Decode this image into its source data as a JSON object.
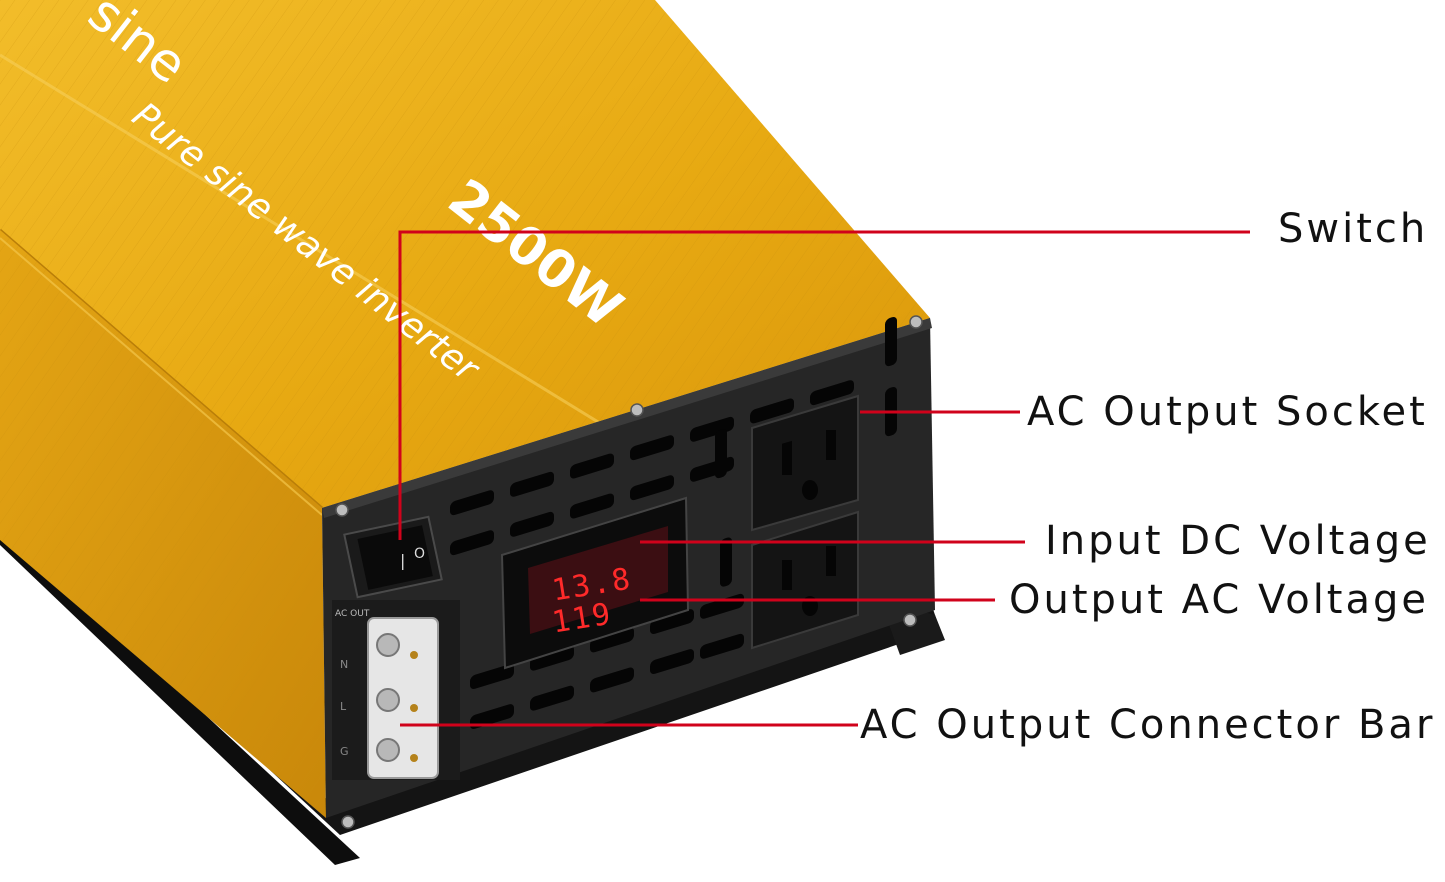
{
  "product": {
    "brand_text": "sine",
    "model_text": "Pure sine wave inverter",
    "power_text": "2500W",
    "body_color": "#e9ad12",
    "panel_color": "#2b2b2b",
    "base_color": "#161616",
    "accent_color": "#d0021b"
  },
  "panel": {
    "switch_symbols": {
      "on": "|",
      "off": "O"
    },
    "ac_out_label": "AC OUT",
    "terminal_letters": [
      "N",
      "L",
      "G"
    ],
    "display": {
      "input_dc_voltage": "13.8",
      "output_ac_voltage": "119",
      "digit_color": "#ff2a2a"
    }
  },
  "callouts": [
    {
      "id": "switch",
      "label": "Switch"
    },
    {
      "id": "ac-output-socket",
      "label": "AC Output Socket"
    },
    {
      "id": "input-dc-voltage",
      "label": "Input DC Voltage"
    },
    {
      "id": "output-ac-voltage",
      "label": "Output AC Voltage"
    },
    {
      "id": "ac-output-connector-bar",
      "label": "AC Output Connector Bar"
    }
  ]
}
